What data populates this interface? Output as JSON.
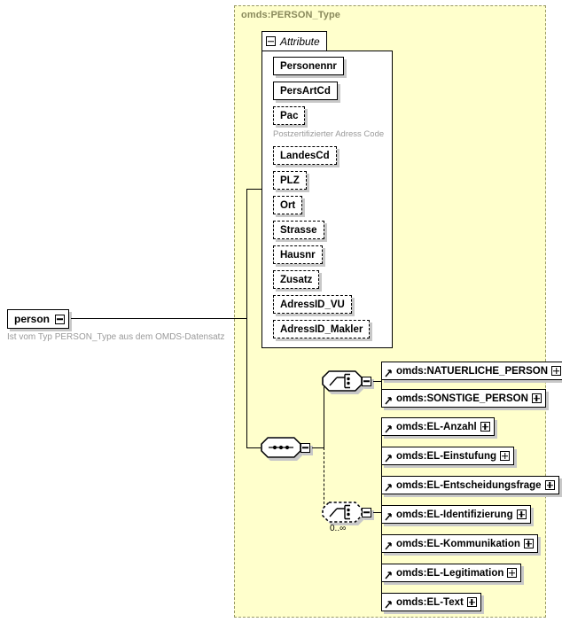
{
  "diagram": {
    "kind": "xml-schema-element-diagram",
    "background_color": "#ffffff",
    "panel_color": "#ffffcc",
    "panel_border_color": "#999966",
    "shadow_color": "#c8c8c8",
    "annotation_color": "#9a9a9a"
  },
  "root_element": {
    "name": "person",
    "expander": "minus",
    "annotation": "Ist vom Typ PERSON_Type aus dem OMDS-Datensatz"
  },
  "type_panel": {
    "title": "omds:PERSON_Type"
  },
  "attribute_group": {
    "tab_label": "Attribute",
    "expander": "minus",
    "attributes": [
      {
        "name": "Personennr",
        "required": true,
        "annotation": ""
      },
      {
        "name": "PersArtCd",
        "required": true,
        "annotation": ""
      },
      {
        "name": "Pac",
        "required": false,
        "annotation": "Postzertifizierter Adress Code"
      },
      {
        "name": "LandesCd",
        "required": false,
        "annotation": ""
      },
      {
        "name": "PLZ",
        "required": false,
        "annotation": ""
      },
      {
        "name": "Ort",
        "required": false,
        "annotation": ""
      },
      {
        "name": "Strasse",
        "required": false,
        "annotation": ""
      },
      {
        "name": "Hausnr",
        "required": false,
        "annotation": ""
      },
      {
        "name": "Zusatz",
        "required": false,
        "annotation": ""
      },
      {
        "name": "AdressID_VU",
        "required": false,
        "annotation": ""
      },
      {
        "name": "AdressID_Makler",
        "required": false,
        "annotation": ""
      }
    ]
  },
  "compositors": {
    "sequence": {
      "type": "sequence",
      "required": true,
      "expander": "minus",
      "occurrence": ""
    },
    "choice_person": {
      "type": "choice",
      "required": true,
      "expander": "minus",
      "occurrence": ""
    },
    "choice_el": {
      "type": "choice",
      "required": false,
      "expander": "minus",
      "occurrence": "0..∞"
    }
  },
  "choice_person_elements": [
    {
      "name": "omds:NATUERLICHE_PERSON",
      "expander": "plus",
      "reference": true
    },
    {
      "name": "omds:SONSTIGE_PERSON",
      "expander": "plus",
      "reference": true
    }
  ],
  "choice_el_elements": [
    {
      "name": "omds:EL-Anzahl",
      "expander": "plus",
      "reference": true
    },
    {
      "name": "omds:EL-Einstufung",
      "expander": "plus",
      "reference": true
    },
    {
      "name": "omds:EL-Entscheidungsfrage",
      "expander": "plus",
      "reference": true
    },
    {
      "name": "omds:EL-Identifizierung",
      "expander": "plus",
      "reference": true
    },
    {
      "name": "omds:EL-Kommunikation",
      "expander": "plus",
      "reference": true
    },
    {
      "name": "omds:EL-Legitimation",
      "expander": "plus",
      "reference": true
    },
    {
      "name": "omds:EL-Text",
      "expander": "plus",
      "reference": true
    }
  ]
}
